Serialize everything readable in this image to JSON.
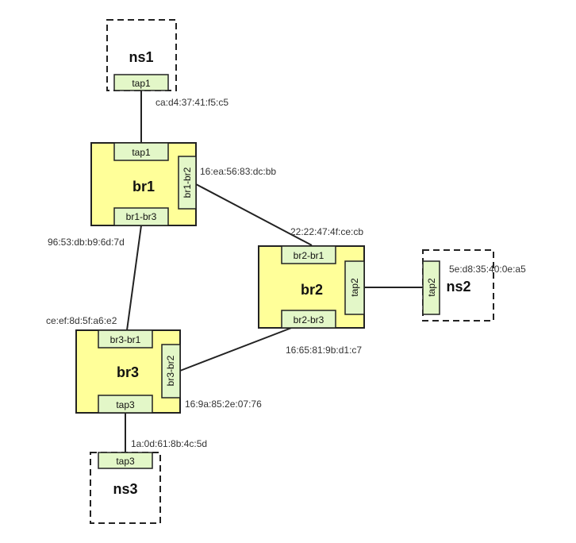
{
  "namespaces": {
    "ns1": {
      "title": "ns1",
      "port": "tap1"
    },
    "ns2": {
      "title": "ns2",
      "port": "tap2"
    },
    "ns3": {
      "title": "ns3",
      "port": "tap3"
    }
  },
  "bridges": {
    "br1": {
      "title": "br1",
      "ports": {
        "tap": "tap1",
        "link_br2": "br1-br2",
        "link_br3": "br1-br3"
      }
    },
    "br2": {
      "title": "br2",
      "ports": {
        "link_br1": "br2-br1",
        "tap": "tap2",
        "link_br3": "br2-br3"
      }
    },
    "br3": {
      "title": "br3",
      "ports": {
        "link_br1": "br3-br1",
        "link_br2": "br3-br2",
        "tap": "tap3"
      }
    }
  },
  "macs": {
    "ns1_tap1": "ca:d4:37:41:f5:c5",
    "br1_br2": "16:ea:56:83:dc:bb",
    "br2_br1": "22:22:47:4f:ce:cb",
    "ns2_tap2": "5e:d8:35:40:0e:a5",
    "br1_br3": "96:53:db:b9:6d:7d",
    "br3_br1": "ce:ef:8d:5f:a6:e2",
    "br2_br3": "16:65:81:9b:d1:c7",
    "br3_br2": "16:9a:85:2e:07:76",
    "ns3_tap3": "1a:0d:61:8b:4c:5d"
  }
}
